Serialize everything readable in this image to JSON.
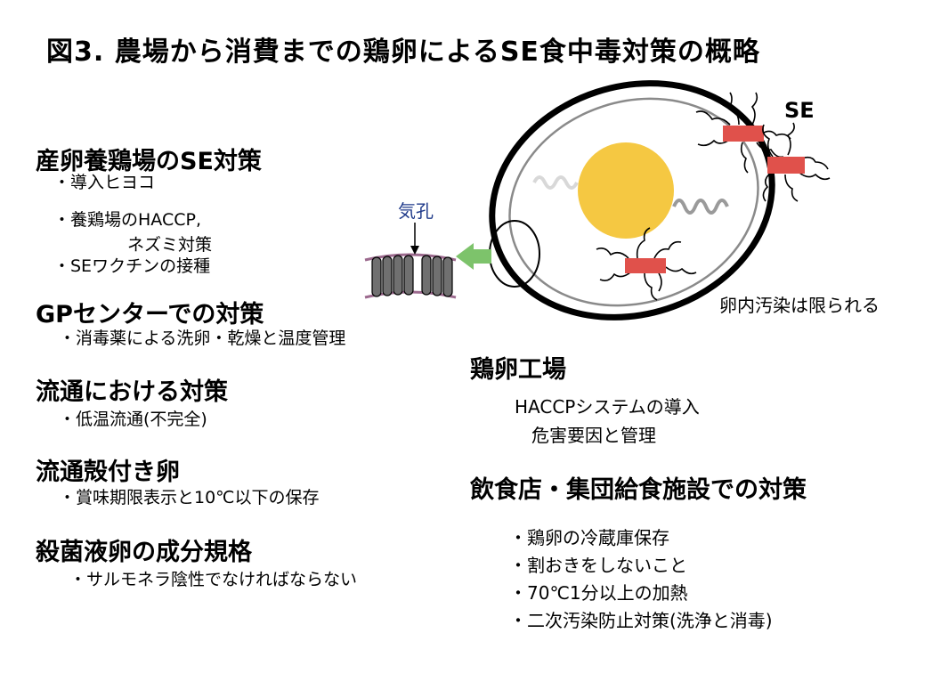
{
  "title": "図3. 農場から消費までの鶏卵によるSE食中毒対策の概略",
  "sections_left": [
    {
      "heading": "産卵養鶏場のSE対策",
      "items": [
        "・導入ヒヨコ",
        "・養鶏場のHACCP,",
        "ネズミ対策",
        "・SEワクチンの接種"
      ]
    },
    {
      "heading": "GPセンターでの対策",
      "items": [
        "・消毒薬による洗卵・乾燥と温度管理"
      ]
    },
    {
      "heading": "流通における対策",
      "items": [
        "・低温流通(不完全)"
      ]
    },
    {
      "heading": "流通殻付き卵",
      "items": [
        "・賞味期限表示と10℃以下の保存"
      ]
    },
    {
      "heading": "殺菌液卵の成分規格",
      "items": [
        "・サルモネラ陰性でなければならない"
      ]
    }
  ],
  "sections_right": [
    {
      "heading": "鶏卵工場",
      "items": [
        "HACCPシステムの導入",
        "危害要因と管理"
      ]
    },
    {
      "heading": "飲食店・集団給食施設での対策",
      "items": [
        "・鶏卵の冷蔵庫保存",
        "・割おきをしないこと",
        "・70℃1分以上の加熱",
        "・二次汚染防止対策(洗浄と消毒)"
      ]
    }
  ],
  "diagram": {
    "se_label": "SE",
    "pore_label": "気孔",
    "contamination_note": "卵内汚染は限られる",
    "colors": {
      "yolk": "#F5C842",
      "bacteria": "#E0514B",
      "arrow": "#7DC36B",
      "pore_shell": "#9C6A8E"
    }
  }
}
